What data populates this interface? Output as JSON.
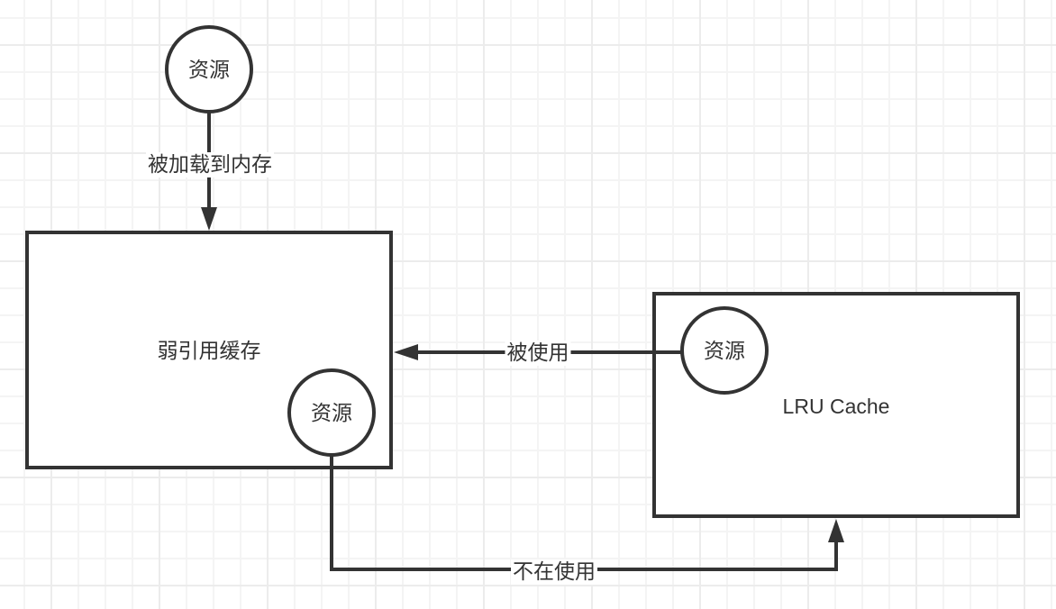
{
  "diagram": {
    "nodes": {
      "resource_top": {
        "label": "资源"
      },
      "weak_ref_cache": {
        "label": "弱引用缓存"
      },
      "resource_in_weak": {
        "label": "资源"
      },
      "lru_cache": {
        "label": "LRU Cache"
      },
      "resource_in_lru": {
        "label": "资源"
      }
    },
    "edges": {
      "load_to_memory": {
        "label": "被加载到内存",
        "from": "resource_top",
        "to": "weak_ref_cache"
      },
      "used": {
        "label": "被使用",
        "from": "resource_in_lru",
        "to": "weak_ref_cache"
      },
      "not_in_use": {
        "label": "不在使用",
        "from": "resource_in_weak",
        "to": "lru_cache"
      }
    },
    "colors": {
      "stroke": "#333333",
      "fill": "#ffffff",
      "grid_minor": "#f4f4f4",
      "grid_major": "#ececec"
    }
  }
}
